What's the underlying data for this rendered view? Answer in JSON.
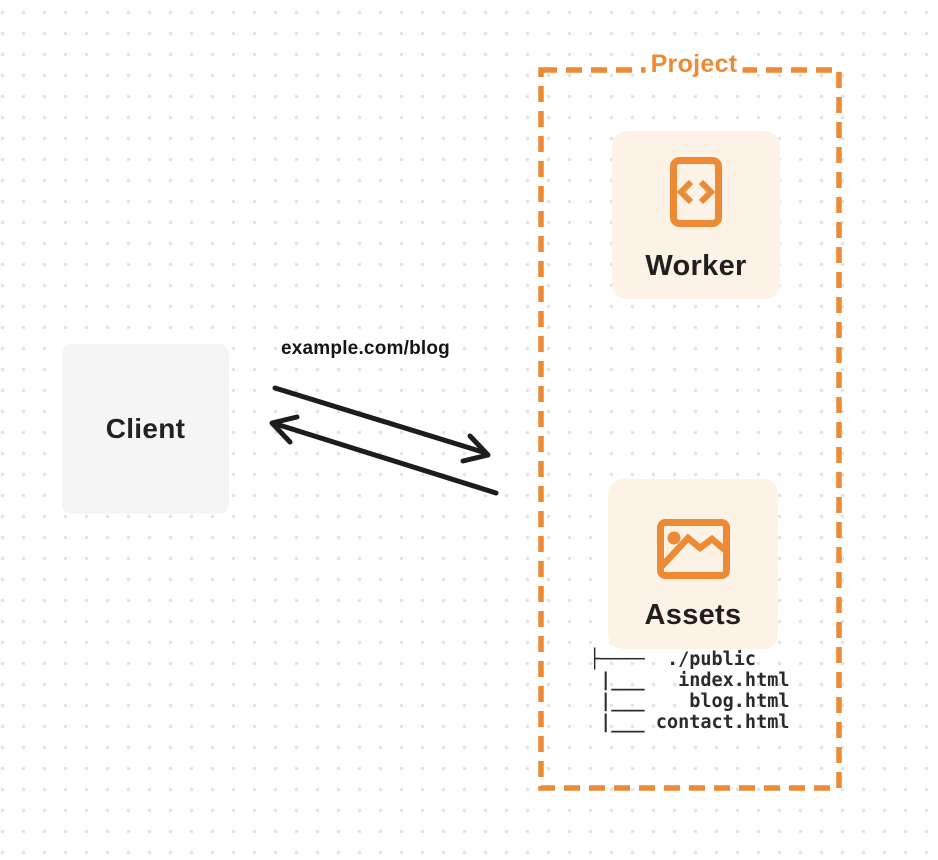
{
  "diagram": {
    "client": {
      "label": "Client"
    },
    "request": {
      "url_label": "example.com/blog"
    },
    "project": {
      "label": "Project",
      "worker": {
        "label": "Worker",
        "icon": "code-file-icon"
      },
      "assets": {
        "label": "Assets",
        "icon": "image-icon",
        "file_tree_lines": [
          "├────  ./public",
          " |___   index.html",
          " |___    blog.html",
          " |___ contact.html"
        ]
      }
    },
    "colors": {
      "accent": "#ED8A35",
      "card_background": "#FCF2E5",
      "client_background": "#F5F5F6",
      "arrow": "#1D1D1D",
      "heading_text": "#1F1F1F",
      "tree_text": "#2B2B2B",
      "dot_grid": "#E3E3E6"
    }
  }
}
